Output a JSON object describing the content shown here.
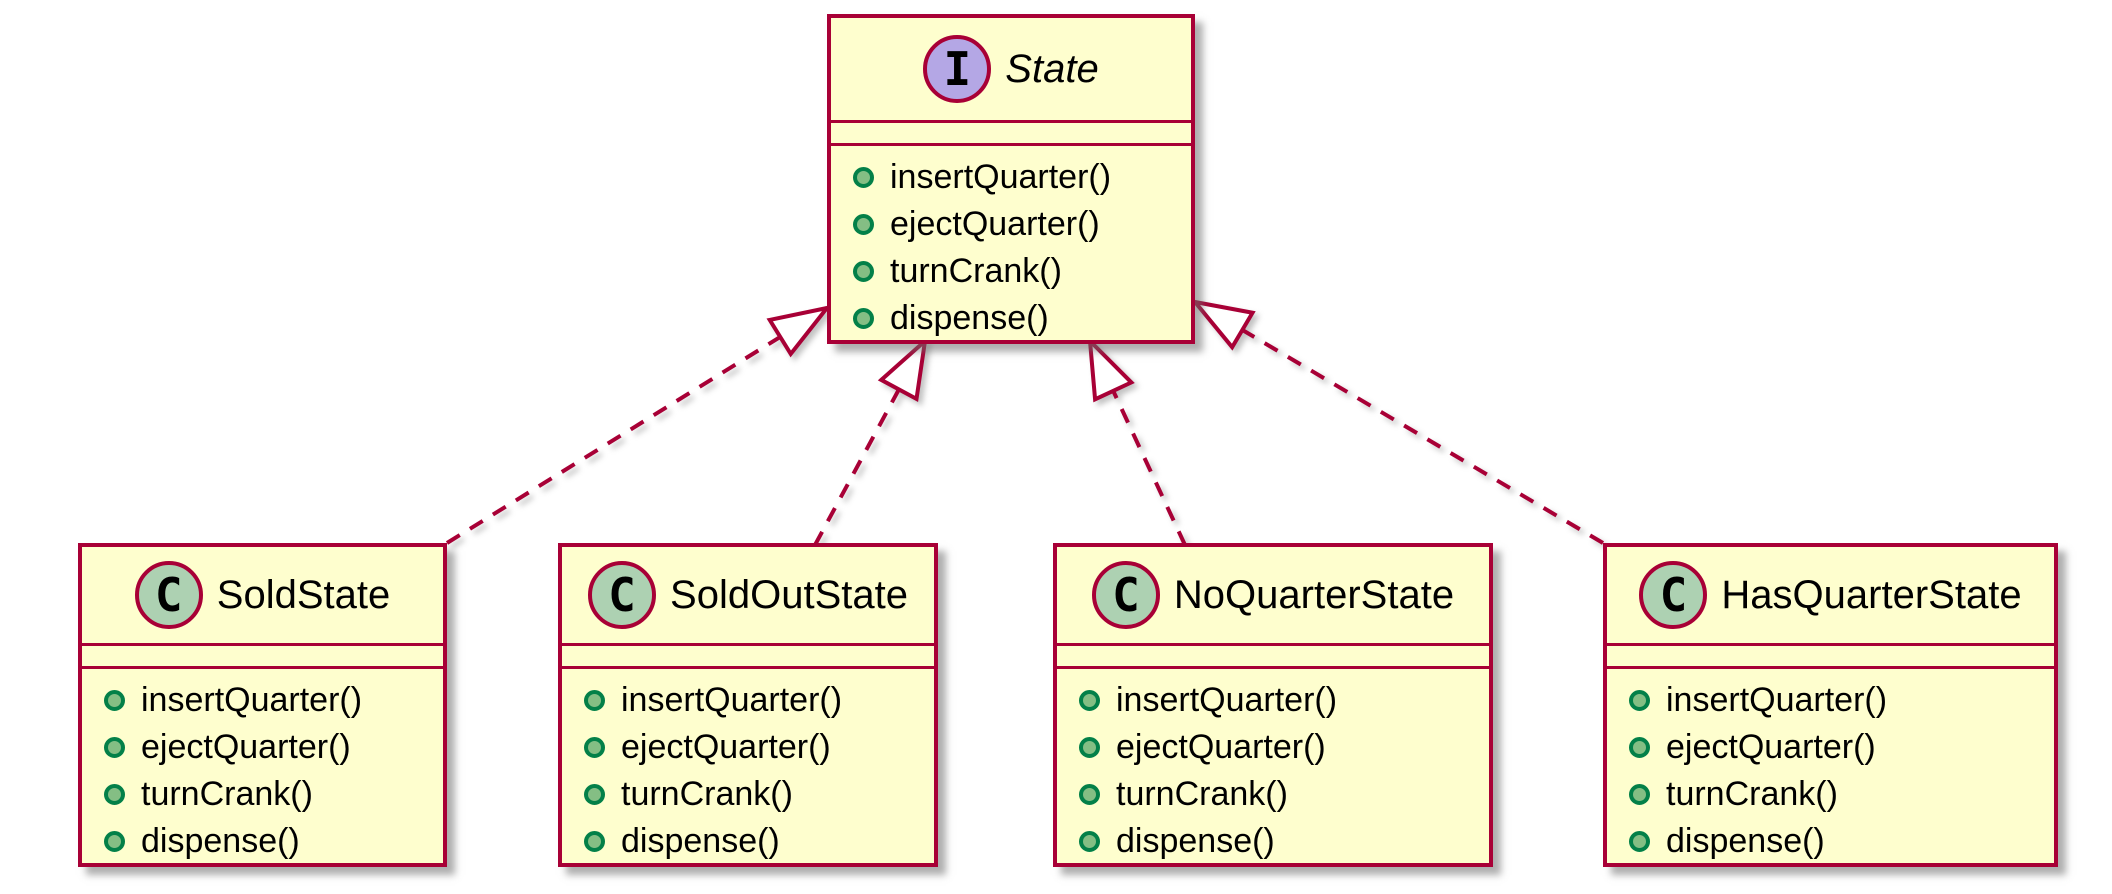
{
  "diagram_type": "uml-class-diagram",
  "uml": {
    "boxes": [
      {
        "id": "state",
        "kind": "interface",
        "letter": "I",
        "name": "State",
        "methods": [
          "insertQuarter()",
          "ejectQuarter()",
          "turnCrank()",
          "dispense()"
        ]
      },
      {
        "id": "sold",
        "kind": "class",
        "letter": "C",
        "name": "SoldState",
        "methods": [
          "insertQuarter()",
          "ejectQuarter()",
          "turnCrank()",
          "dispense()"
        ]
      },
      {
        "id": "soldout",
        "kind": "class",
        "letter": "C",
        "name": "SoldOutState",
        "methods": [
          "insertQuarter()",
          "ejectQuarter()",
          "turnCrank()",
          "dispense()"
        ]
      },
      {
        "id": "noquarter",
        "kind": "class",
        "letter": "C",
        "name": "NoQuarterState",
        "methods": [
          "insertQuarter()",
          "ejectQuarter()",
          "turnCrank()",
          "dispense()"
        ]
      },
      {
        "id": "hasquarter",
        "kind": "class",
        "letter": "C",
        "name": "HasQuarterState",
        "methods": [
          "insertQuarter()",
          "ejectQuarter()",
          "turnCrank()",
          "dispense()"
        ]
      }
    ],
    "relations": [
      {
        "from": "SoldState",
        "to": "State",
        "type": "realization",
        "line": "dashed",
        "arrowhead": "hollow-triangle"
      },
      {
        "from": "SoldOutState",
        "to": "State",
        "type": "realization",
        "line": "dashed",
        "arrowhead": "hollow-triangle"
      },
      {
        "from": "NoQuarterState",
        "to": "State",
        "type": "realization",
        "line": "dashed",
        "arrowhead": "hollow-triangle"
      },
      {
        "from": "HasQuarterState",
        "to": "State",
        "type": "realization",
        "line": "dashed",
        "arrowhead": "hollow-triangle"
      }
    ],
    "colors": {
      "background": "#FFFFFF",
      "box_fill": "#FEFECE",
      "border": "#A80036",
      "interface_spot_fill": "#B4A7E5",
      "class_spot_fill": "#ADD1B2",
      "method_dot_fill": "#84BE84",
      "method_dot_ring": "#038048",
      "text": "#000000"
    }
  }
}
